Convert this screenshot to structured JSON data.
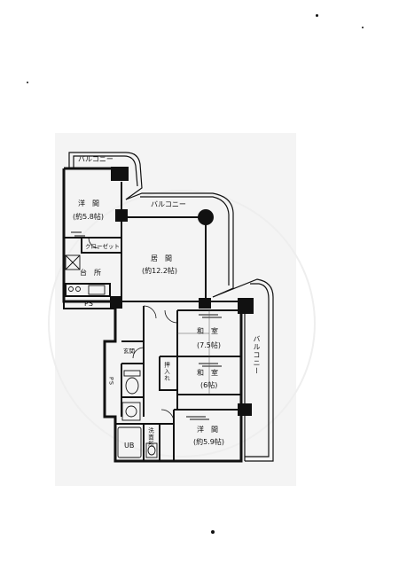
{
  "floor_plan": {
    "rooms": {
      "western_1": {
        "name": "洋　間",
        "size": "(約5.8帖)"
      },
      "closet": "クローゼット",
      "kitchen": "台　所",
      "living": {
        "name": "居　間",
        "size": "(約12.2帖)"
      },
      "ps": "PS",
      "ps2": "PS",
      "entrance": "玄関",
      "japanese_1": {
        "name": "和　室",
        "size": "(7.5帖)"
      },
      "oshiire": "押入れ",
      "japanese_2": {
        "name": "和　室",
        "size": "(6帖)"
      },
      "western_2": {
        "name": "洋　間",
        "size": "(約5.9帖)"
      },
      "washroom": "洗面所",
      "ub": "UB"
    },
    "balconies": {
      "top_left": "バルコニー",
      "top_middle": "バルコニー",
      "right": "バルコニー"
    }
  }
}
